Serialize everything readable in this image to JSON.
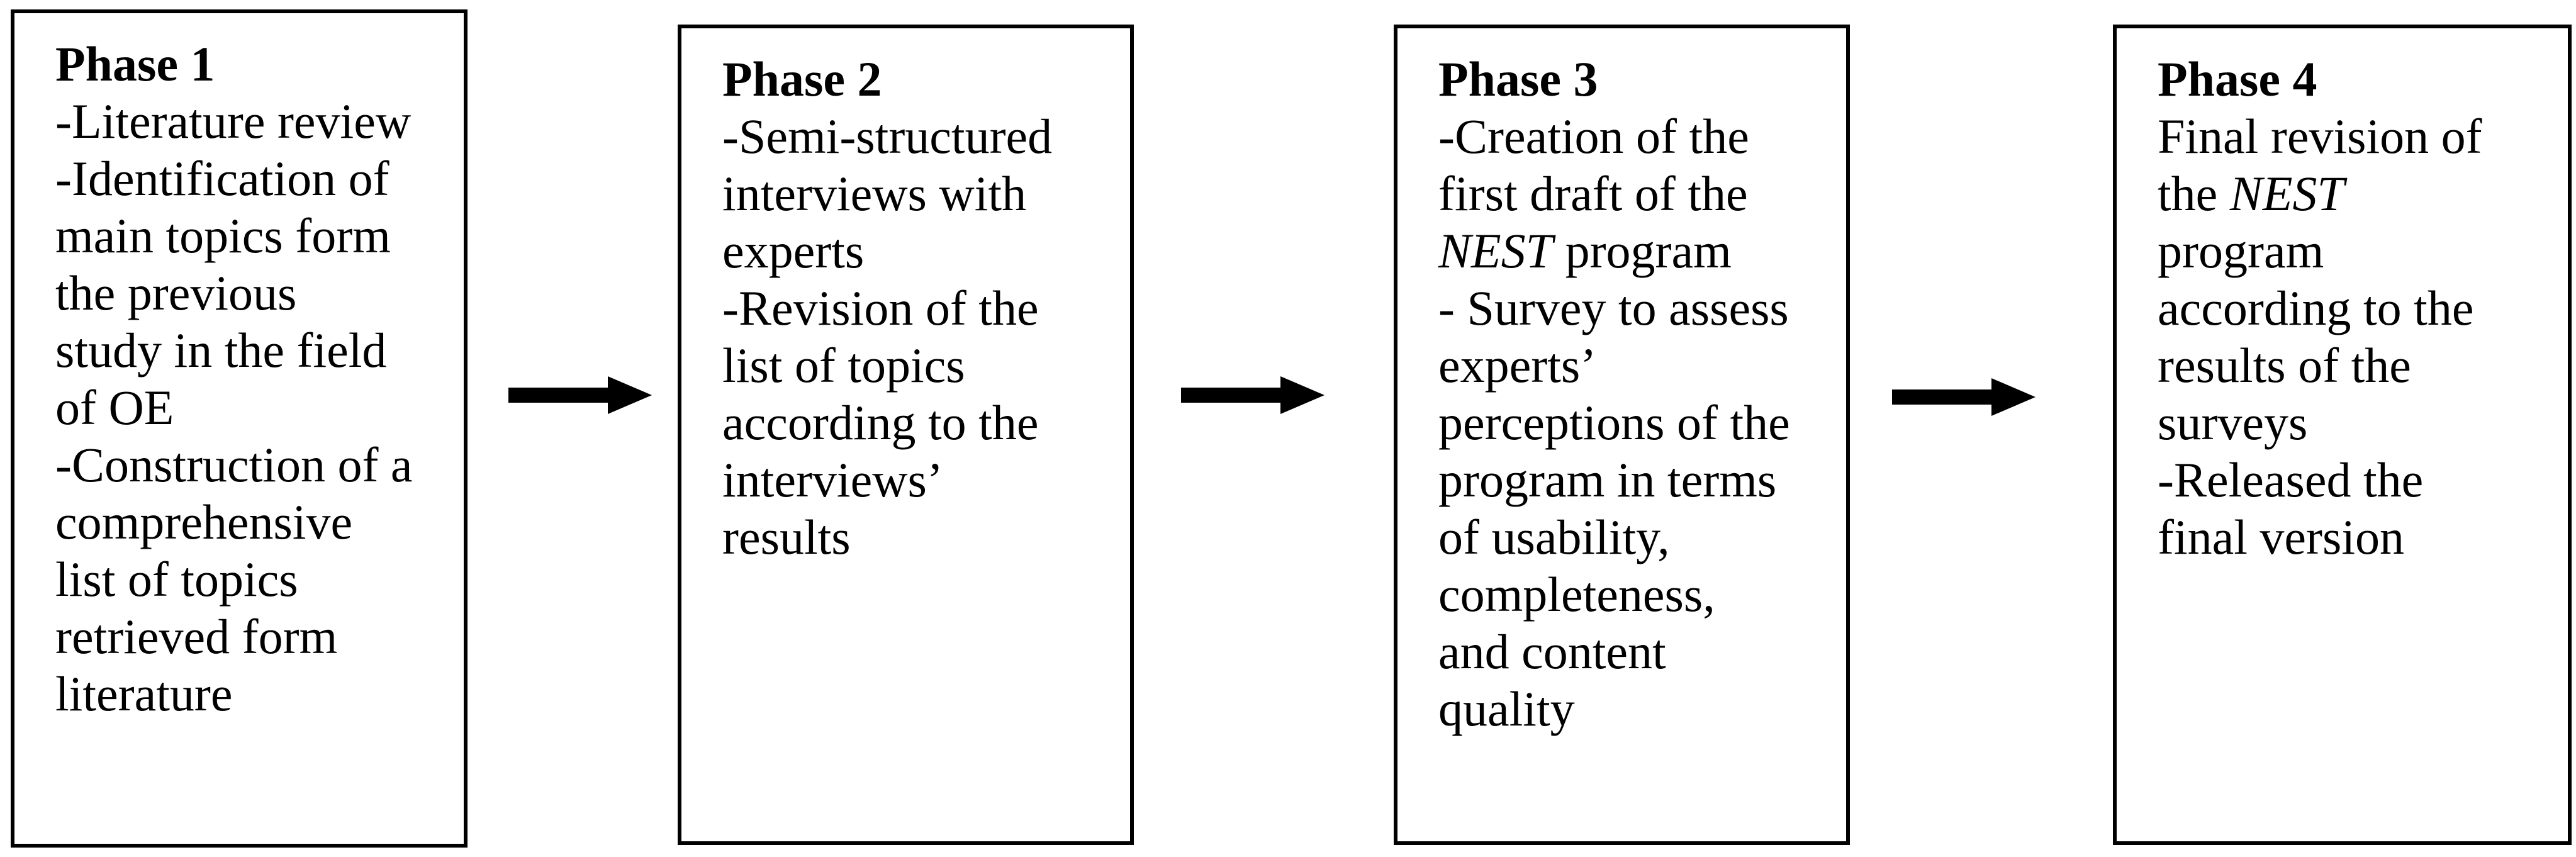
{
  "diagram": {
    "background_color": "#ffffff",
    "box_border_color": "#000000",
    "text_color": "#000000",
    "arrow_color": "#000000",
    "phases": [
      {
        "title": "Phase 1",
        "text": "-Literature review -Identification of main topics form the previous study in the field of OE -Construction of a comprehensive list of topics retrieved form literature",
        "lines": [
          "-Literature review",
          "-Identification of",
          "main topics form",
          "the previous",
          "study in the field",
          "of OE",
          "-Construction of a",
          "comprehensive",
          "list of topics",
          "retrieved form",
          "literature"
        ]
      },
      {
        "title": "Phase 2",
        "text": "-Semi-structured interviews with experts -Revision of the list of topics according to the interviews’ results",
        "lines": [
          "-Semi-structured",
          "interviews with",
          "experts",
          "-Revision of the",
          "list of topics",
          "according to the",
          "interviews’",
          "results"
        ]
      },
      {
        "title": "Phase 3",
        "text": "-Creation of the first draft of the NEST program - Survey to assess experts’ perceptions of the program in terms of usability, completeness, and content quality",
        "lines": [
          "-Creation of the",
          "first draft of the",
          "*NEST* program",
          "- Survey to assess",
          "experts’",
          "perceptions of the",
          "program in terms",
          "of usability,",
          "completeness,",
          "and content",
          "quality"
        ]
      },
      {
        "title": "Phase 4",
        "text": "Final revision of the NEST program according to the results of the surveys -Released the final version",
        "lines": [
          "Final revision of",
          "the *NEST*",
          "program",
          "according to the",
          "results of the",
          "surveys",
          "-Released the",
          "final version"
        ]
      }
    ]
  }
}
